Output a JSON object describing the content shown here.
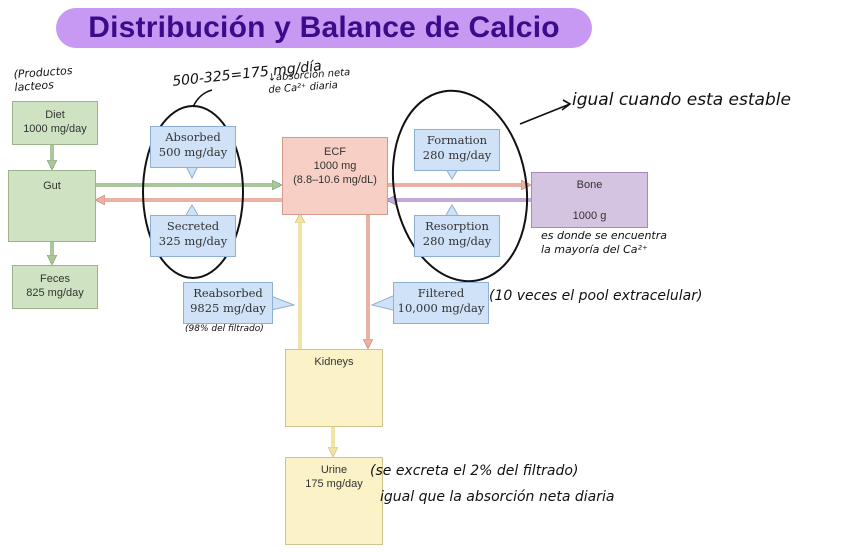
{
  "title": "Distribución y Balance de Calcio",
  "diet": {
    "label": "Diet",
    "value": "1000 mg/day"
  },
  "gut": {
    "label": "Gut"
  },
  "feces": {
    "label": "Feces",
    "value": "825 mg/day"
  },
  "absorbed": {
    "label": "Absorbed",
    "value": "500 mg/day"
  },
  "secreted": {
    "label": "Secreted",
    "value": "325 mg/day"
  },
  "ecf": {
    "label": "ECF",
    "value": "1000 mg",
    "range": "(8.8–10.6 mg/dL)"
  },
  "formation": {
    "label": "Formation",
    "value": "280 mg/day"
  },
  "resorption": {
    "label": "Resorption",
    "value": "280 mg/day"
  },
  "bone": {
    "label": "Bone",
    "value": "1000 g"
  },
  "reabsorbed": {
    "label": "Reabsorbed",
    "value": "9825 mg/day"
  },
  "filtered": {
    "label": "Filtered",
    "value": "10,000 mg/day"
  },
  "kidneys": {
    "label": "Kidneys"
  },
  "urine": {
    "label": "Urine",
    "value": "175 mg/day"
  },
  "notes": {
    "productos_1": "(Productos",
    "productos_2": "lacteos",
    "calc": "500-325=175 mg/día",
    "absorcion_1": "↓absorción neta",
    "absorcion_2": "de Ca²⁺ diaria",
    "igual_estable": "igual cuando esta estable",
    "bone_1": "es donde se encuentra",
    "bone_2": "la mayoría del Ca²⁺",
    "diez_veces": "(10 veces el pool extracelular)",
    "reab_pct": "(98% del filtrado)",
    "excreta": "(se excreta el 2% del filtrado)",
    "igual_absorcion": "igual que la absorción neta diaria"
  },
  "colors": {
    "title_bg": "#c799f2",
    "title_text": "#3a0c8a",
    "gut_green": "#cfe3c3",
    "label_blue": "#cfe2f7",
    "ecf_pink": "#f7cfc4",
    "bone_purple": "#d5c3e2",
    "kidney_yellow": "#fbf2c8"
  }
}
